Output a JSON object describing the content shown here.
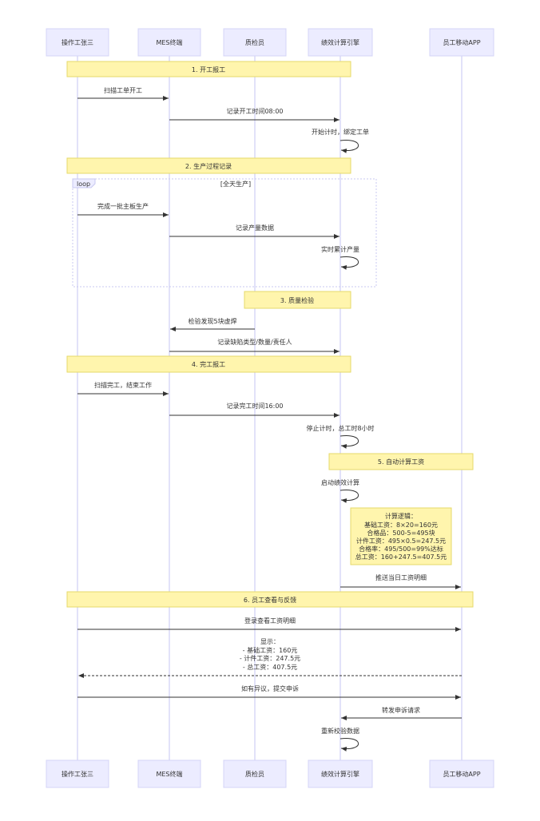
{
  "participants": [
    "操作工张三",
    "MES终端",
    "质检员",
    "绩效计算引擎",
    "员工移动APP"
  ],
  "notes": [
    "1. 开工报工",
    "2. 生产过程记录",
    "3. 质量检验",
    "4. 完工报工",
    "5. 自动计算工资",
    "6. 员工查看与反馈"
  ],
  "loop": {
    "label": "loop",
    "condition": "[全天生产]"
  },
  "messages": [
    "扫描工单开工",
    "记录开工时间08:00",
    "开始计时，绑定工单",
    "完成一批主板生产",
    "记录产量数据",
    "实时累计产量",
    "检验发现5块虚焊",
    "记录缺陷类型/数量/责任人",
    "扫描完工，结束工作",
    "记录完工时间16:00",
    "停止计时，总工时8小时",
    "启动绩效计算",
    "推送当日工资明细",
    "登录查看工资明细",
    "如有异议，提交申诉",
    "转发申诉请求",
    "重新校验数据"
  ],
  "calc_note": [
    "计算逻辑：",
    "基础工资：8×20=160元",
    "合格品：500-5=495块",
    "计件工资：495×0.5=247.5元",
    "合格率：495/500=99%达标",
    "总工资：160+247.5=407.5元"
  ],
  "display_msg": [
    "显示：",
    "- 基础工资：160元",
    "- 计件工资：247.5元",
    "- 总工资：407.5元"
  ]
}
